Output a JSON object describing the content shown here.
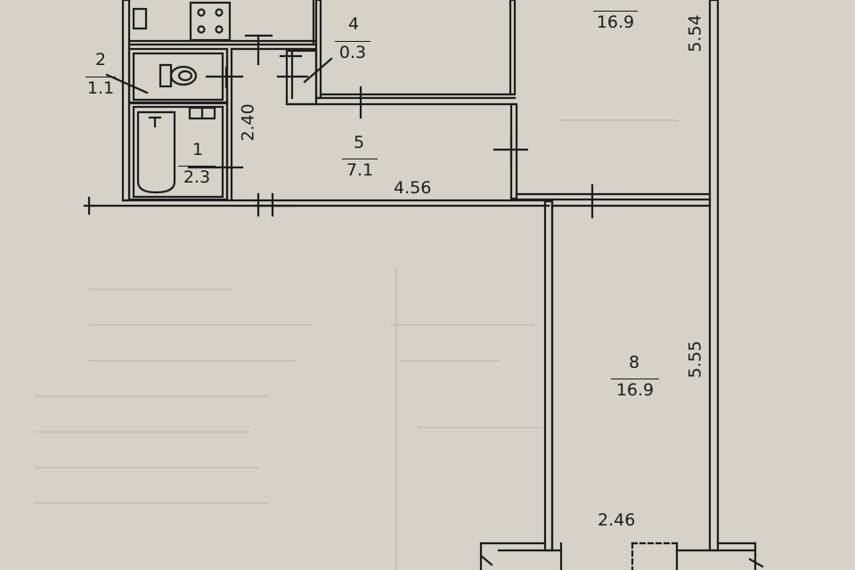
{
  "rooms": [
    {
      "number": "1",
      "area": "2.3"
    },
    {
      "number": "2",
      "area": "1.1"
    },
    {
      "number": "4",
      "area": "0.3"
    },
    {
      "number": "5",
      "area": "7.1"
    },
    {
      "number": "",
      "area": "16.9"
    },
    {
      "number": "8",
      "area": "16.9"
    }
  ],
  "dimensions": {
    "bath_height": "2.40",
    "corridor_length": "4.56",
    "room_top_right_length": "5.54",
    "room_8_length": "5.55",
    "room_8_width": "2.46"
  },
  "colors": {
    "paper": "#d4d2c9",
    "ink": "#1d1d1d"
  }
}
